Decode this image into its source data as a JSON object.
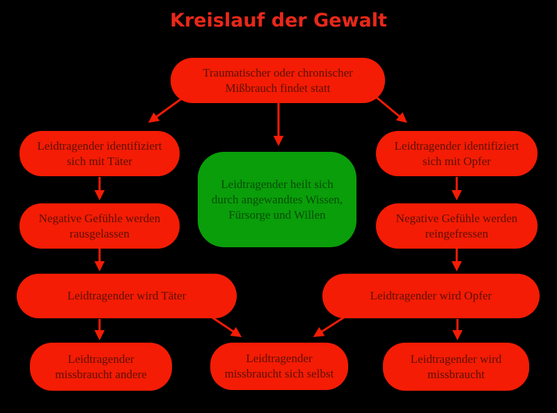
{
  "title": "Kreislauf der Gewalt",
  "colors": {
    "background": "#000000",
    "title_text": "#e8281a",
    "node_red": "#f41c04",
    "node_red_text": "#5c1005",
    "node_green": "#0a9e0a",
    "node_green_text": "#064d06",
    "arrow": "#f41c04"
  },
  "nodes": {
    "trauma": {
      "label": "Traumatischer oder chronischer\nMißbrauch findet statt",
      "kind": "red"
    },
    "ident_taeter": {
      "label": "Leidtragender identifiziert\nsich mit Täter",
      "kind": "red"
    },
    "negativ_raus": {
      "label": "Negative Gefühle werden\nrausgelassen",
      "kind": "red"
    },
    "wird_taeter": {
      "label": "Leidtragender wird Täter",
      "kind": "red"
    },
    "missbraucht_andere": {
      "label": "Leidtragender\nmissbraucht andere",
      "kind": "red"
    },
    "heilt": {
      "label": "Leidtragender heilt sich\ndurch angewandtes Wissen,\nFürsorge und Willen",
      "kind": "green"
    },
    "missbraucht_selbst": {
      "label": "Leidtragender\nmissbraucht sich selbst",
      "kind": "red"
    },
    "ident_opfer": {
      "label": "Leidtragender identifiziert\nsich mit Opfer",
      "kind": "red"
    },
    "negativ_rein": {
      "label": "Negative Gefühle werden\nreingefressen",
      "kind": "red"
    },
    "wird_opfer": {
      "label": "Leidtragender wird Opfer",
      "kind": "red"
    },
    "wird_missbraucht": {
      "label": "Leidtragender wird\nmissbraucht",
      "kind": "red"
    }
  },
  "edges": [
    {
      "from": "trauma",
      "to": "ident_taeter"
    },
    {
      "from": "trauma",
      "to": "heilt"
    },
    {
      "from": "trauma",
      "to": "ident_opfer"
    },
    {
      "from": "ident_taeter",
      "to": "negativ_raus"
    },
    {
      "from": "negativ_raus",
      "to": "wird_taeter"
    },
    {
      "from": "wird_taeter",
      "to": "missbraucht_andere"
    },
    {
      "from": "wird_taeter",
      "to": "missbraucht_selbst"
    },
    {
      "from": "ident_opfer",
      "to": "negativ_rein"
    },
    {
      "from": "negativ_rein",
      "to": "wird_opfer"
    },
    {
      "from": "wird_opfer",
      "to": "wird_missbraucht"
    },
    {
      "from": "wird_opfer",
      "to": "missbraucht_selbst"
    }
  ]
}
